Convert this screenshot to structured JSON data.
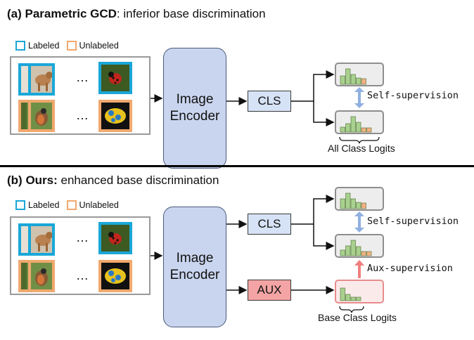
{
  "top": {
    "label": "(a)",
    "title_bold": "Parametric GCD",
    "title_rest": ": inferior base discrimination",
    "legend_labeled": "Labeled",
    "legend_unlabeled": "Unlabeled",
    "encoder_line1": "Image",
    "encoder_line2": "Encoder",
    "cls": "CLS",
    "self_supervision": "Self-supervision",
    "caption": "All Class Logits"
  },
  "bottom": {
    "label": "(b)",
    "title_bold": "Ours:",
    "title_rest": " enhanced base discrimination",
    "legend_labeled": "Labeled",
    "legend_unlabeled": "Unlabeled",
    "encoder_line1": "Image",
    "encoder_line2": "Encoder",
    "cls": "CLS",
    "aux": "AUX",
    "self_supervision": "Self-supervision",
    "aux_supervision": "Aux-supervision",
    "caption": "Base Class Logits"
  },
  "ellipsis": "…",
  "colors": {
    "labeled_border": "#1aa7d8",
    "unlabeled_border": "#f1a86e",
    "encoder_fill": "#c9d5ee",
    "cls_fill": "#d6e2f5",
    "aux_fill": "#f4a4a4",
    "base_bar": "#a9d18e",
    "novel_bar": "#f4b183",
    "self_arrow": "#8fb0e0",
    "aux_arrow": "#f08080"
  },
  "icons": [
    "dog-photo",
    "ladybug-photo",
    "bird-photo",
    "fish-photo"
  ]
}
